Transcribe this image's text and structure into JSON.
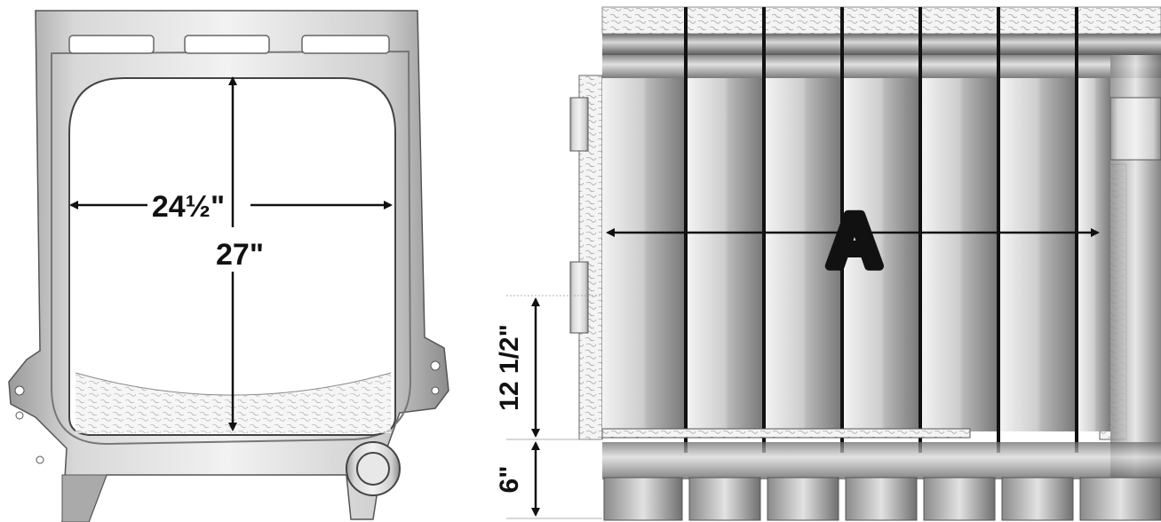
{
  "figure": {
    "front_view": {
      "width_label": "24½\"",
      "height_label": "27\""
    },
    "side_view": {
      "section_marker": "A",
      "opening_height_label": "12 1/2\"",
      "base_height_label": "6\""
    }
  },
  "colors": {
    "ink": "#111111",
    "metal_light": "#e6e6e6",
    "metal_dark": "#8a8a8a",
    "panel_light": "#eeeeee",
    "panel_mid": "#bdbdbd",
    "panel_dark": "#6e6e6e"
  }
}
